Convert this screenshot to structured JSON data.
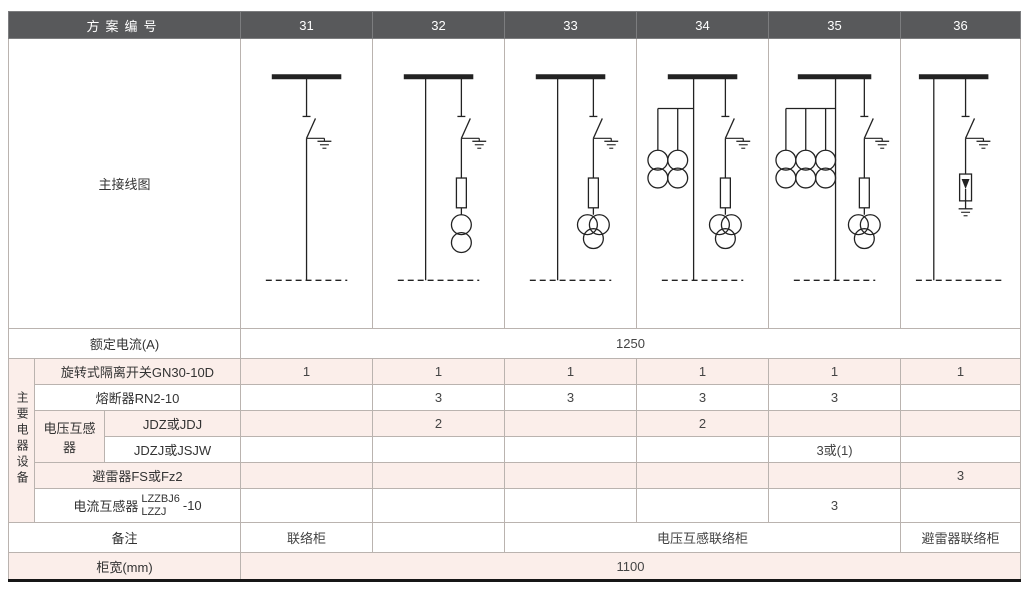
{
  "header": {
    "scheme_col_label": "方案编号",
    "schemes": [
      "31",
      "32",
      "33",
      "34",
      "35",
      "36"
    ]
  },
  "rows": {
    "main_diagram_label": "主接线图",
    "rated_current_label": "额定电流(A)",
    "rated_current_value": "1250",
    "remarks_label": "备注",
    "cabinet_width_label": "柜宽(mm)",
    "cabinet_width_value": "1100"
  },
  "equipment": {
    "section_label": "主要电器设备",
    "group_label": "电压互感器",
    "rows": [
      {
        "label": "旋转式隔离开关GN30-10D",
        "values": [
          "1",
          "1",
          "1",
          "1",
          "1",
          "1"
        ]
      },
      {
        "label": "熔断器RN2-10",
        "values": [
          "",
          "3",
          "3",
          "3",
          "3",
          ""
        ]
      },
      {
        "label": "JDZ或JDJ",
        "values": [
          "",
          "2",
          "",
          "2",
          "",
          ""
        ]
      },
      {
        "label": "JDZJ或JSJW",
        "values": [
          "",
          "",
          "",
          "",
          "3或(1)",
          ""
        ]
      },
      {
        "label": "避雷器FS或Fz2",
        "values": [
          "",
          "",
          "",
          "",
          "",
          "3"
        ]
      },
      {
        "label": "电流互感器",
        "label_stack_top": "LZZBJ6",
        "label_stack_bottom": "LZZJ",
        "label_suffix": "-10",
        "values": [
          "",
          "",
          "",
          "",
          "3",
          ""
        ]
      }
    ]
  },
  "remarks": {
    "cells": [
      {
        "text": "联络柜"
      },
      {
        "text": ""
      },
      {
        "text": "电压互感联络柜"
      },
      {
        "text": "避雷器联络柜"
      }
    ]
  },
  "diagrams": {
    "schemes": [
      {
        "id": "31",
        "busbar": true,
        "through_line": true,
        "disconnector_with_earthing": true,
        "fuse": false,
        "voltage_transformer": "none",
        "pt_columns": 0,
        "arrester": false,
        "bottom_boundary_dashed": true
      },
      {
        "id": "32",
        "busbar": true,
        "through_line": true,
        "disconnector_with_earthing": true,
        "fuse": true,
        "voltage_transformer": "two-winding",
        "pt_columns": 0,
        "arrester": false,
        "bottom_boundary_dashed": true
      },
      {
        "id": "33",
        "busbar": true,
        "through_line": true,
        "disconnector_with_earthing": true,
        "fuse": true,
        "voltage_transformer": "three-winding",
        "pt_columns": 0,
        "arrester": false,
        "bottom_boundary_dashed": true
      },
      {
        "id": "34",
        "busbar": true,
        "through_line": true,
        "disconnector_with_earthing": true,
        "fuse": true,
        "voltage_transformer": "three-winding",
        "pt_columns": 2,
        "arrester": false,
        "bottom_boundary_dashed": true
      },
      {
        "id": "35",
        "busbar": true,
        "through_line": true,
        "disconnector_with_earthing": true,
        "fuse": true,
        "voltage_transformer": "three-winding",
        "pt_columns": 3,
        "arrester": false,
        "bottom_boundary_dashed": true
      },
      {
        "id": "36",
        "busbar": true,
        "through_line": true,
        "disconnector_with_earthing": true,
        "fuse": false,
        "voltage_transformer": "none",
        "pt_columns": 0,
        "arrester": true,
        "bottom_boundary_dashed": true
      }
    ]
  },
  "colors": {
    "header_bg": "#58595b",
    "header_text": "#ffffff",
    "row_pink": "#fbeeea",
    "cell_border": "#bab3af",
    "bottom_rule": "#161616",
    "line_color": "#222222"
  }
}
